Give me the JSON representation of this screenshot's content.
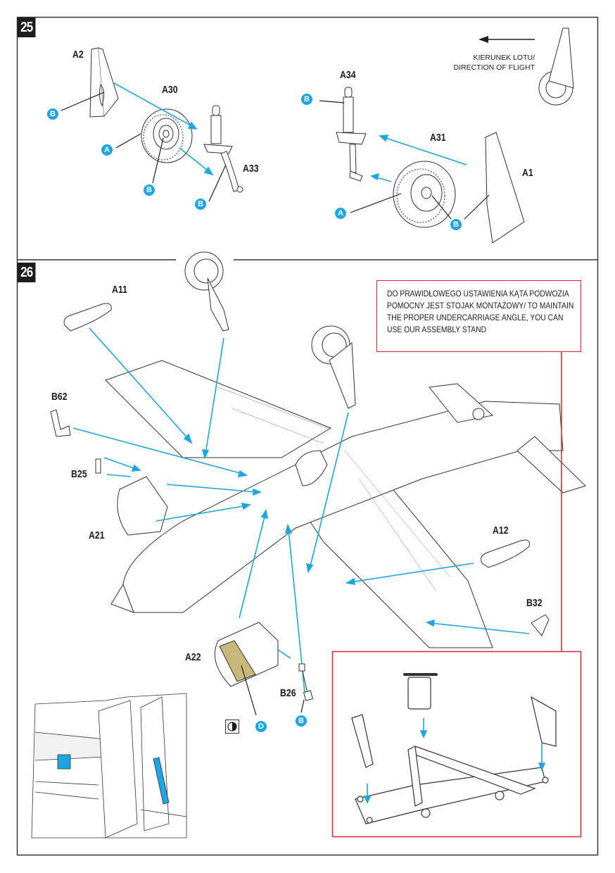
{
  "steps": [
    {
      "number": "25",
      "parts": [
        "A2",
        "A30",
        "A33",
        "A34",
        "A31",
        "A1"
      ],
      "callouts": [
        "B",
        "A",
        "B",
        "B",
        "B",
        "A",
        "B",
        "B"
      ],
      "direction_label": "KIERUNEK LOTU/ DIRECTION OF FLIGHT"
    },
    {
      "number": "26",
      "parts": [
        "A11",
        "B62",
        "B25",
        "A21",
        "A22",
        "B26",
        "A12",
        "B32"
      ],
      "callouts": [
        "D",
        "B"
      ],
      "note": "DO PRAWIDŁOWEGO USTAWIENIA KĄTA PODWOZIA POMOCNY JEST STOJAK MONTAŻOWY/ TO MAINTAIN THE PROPER UNDERCARRIAGE ANGLE, YOU CAN USE OUR ASSEMBLY STAND",
      "paint_symbol": "half-black-circle-icon",
      "colors": {
        "paint_D": "#c8b97a"
      }
    }
  ],
  "colors": {
    "accent_arrow": "#1ea5e3",
    "note_border": "#e0242e",
    "step_badge": "#1d1d1b",
    "highlight_part": "#1ea5e3"
  }
}
